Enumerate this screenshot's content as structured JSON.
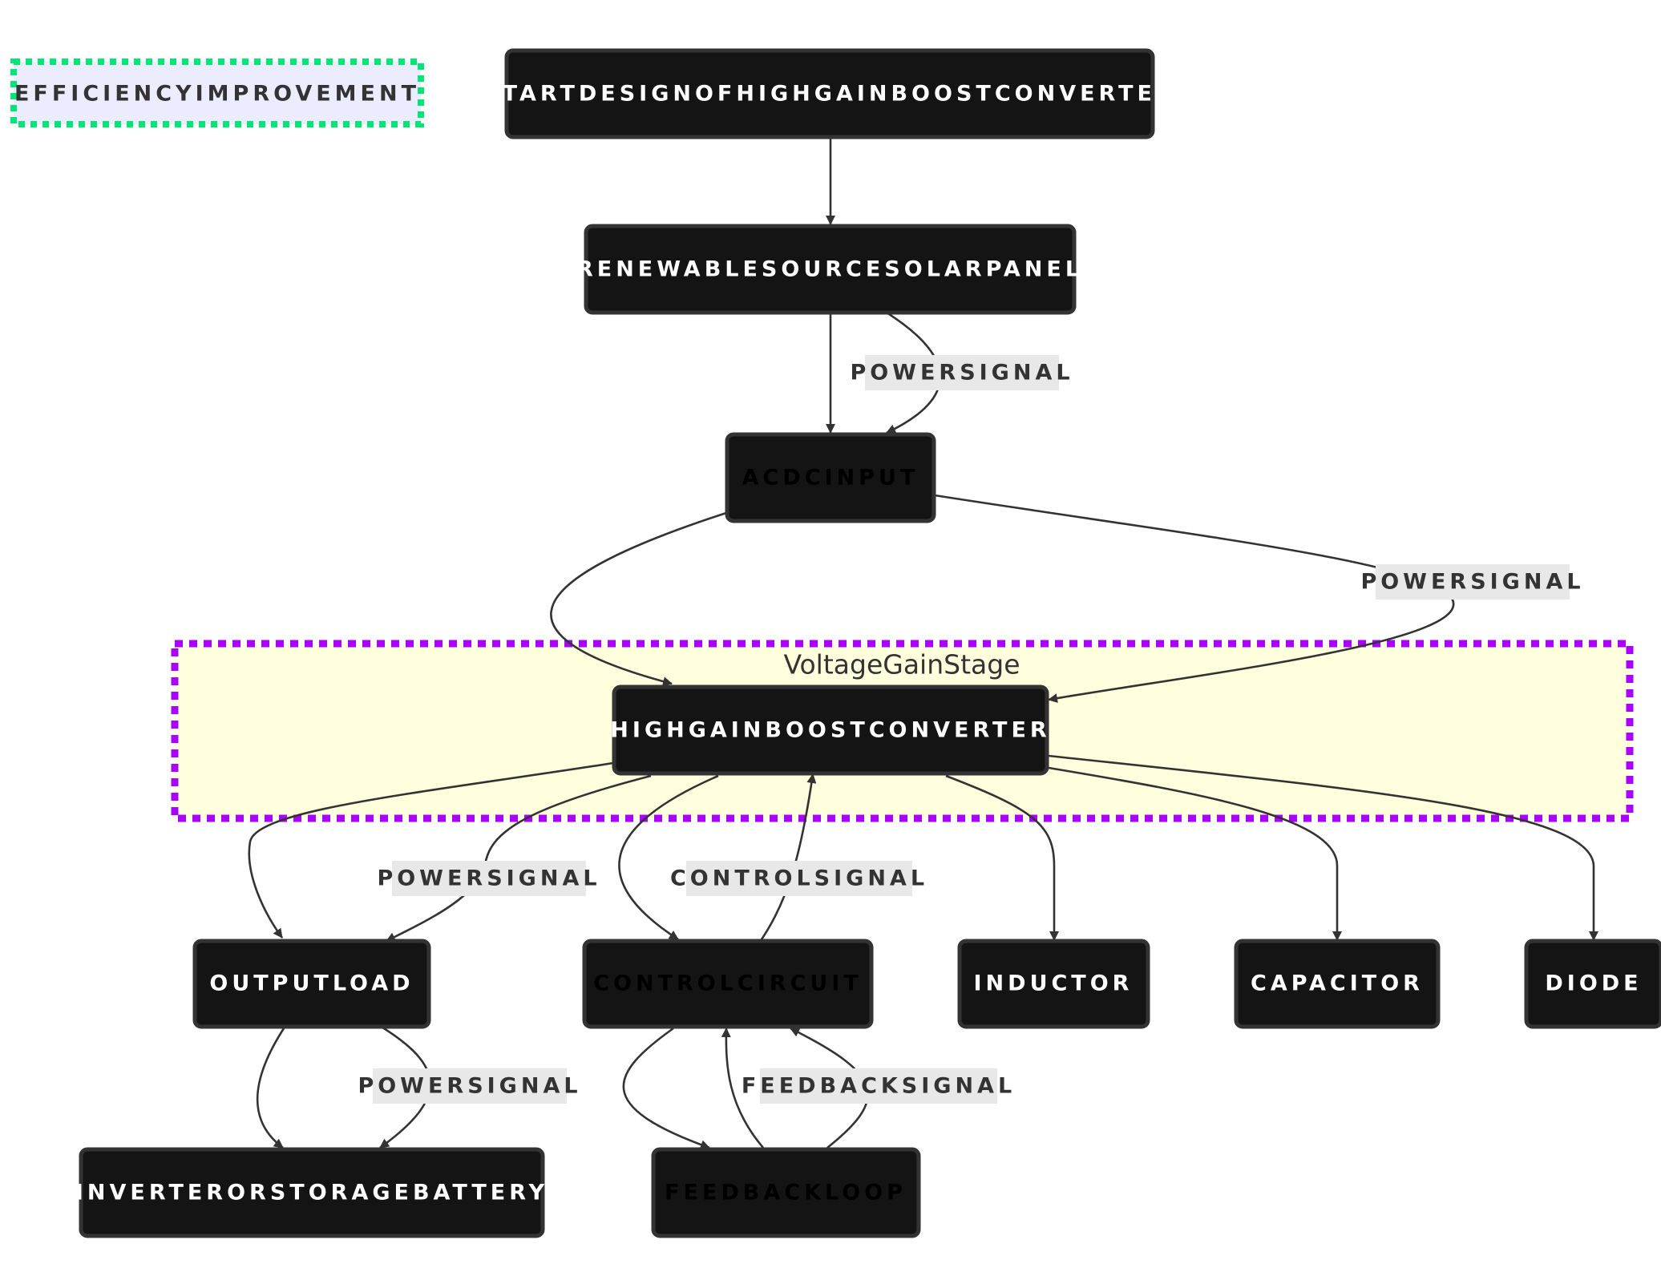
{
  "note": {
    "label": "EFFICIENCYIMPROVEMENT"
  },
  "cluster": {
    "title": "VoltageGainStage"
  },
  "nodes": {
    "start": "STARTDESIGNOFHIGHGAINBOOSTCONVERTER",
    "solar": "RENEWABLESOURCESOLARPANEL",
    "acdc": "ACDCINPUT",
    "hgbc": "HIGHGAINBOOSTCONVERTER",
    "output": "OUTPUTLOAD",
    "control": "CONTROLCIRCUIT",
    "inductor": "INDUCTOR",
    "capacitor": "CAPACITOR",
    "diode": "DIODE",
    "battery": "INVERTERORSTORAGEBATTERY",
    "feedback": "FEEDBACKLOOP"
  },
  "edge_labels": {
    "solar_acdc": "POWERSIGNAL",
    "acdc_hgbc": "POWERSIGNAL",
    "hgbc_output": "POWERSIGNAL",
    "control_hgbc": "CONTROLSIGNAL",
    "output_battery": "POWERSIGNAL",
    "feedback_control": "FEEDBACKSIGNAL"
  },
  "colors": {
    "node_fill": "#141414",
    "node_stroke": "#333333",
    "node_text": "#ffffff",
    "node_text_dim": "#000000",
    "edge": "#333333",
    "cluster_fill": "#ffffde",
    "cluster_stroke": "#aa00ff",
    "note_fill": "#ececff",
    "note_stroke": "#00e676",
    "label_bg": "#e8e8e8"
  }
}
